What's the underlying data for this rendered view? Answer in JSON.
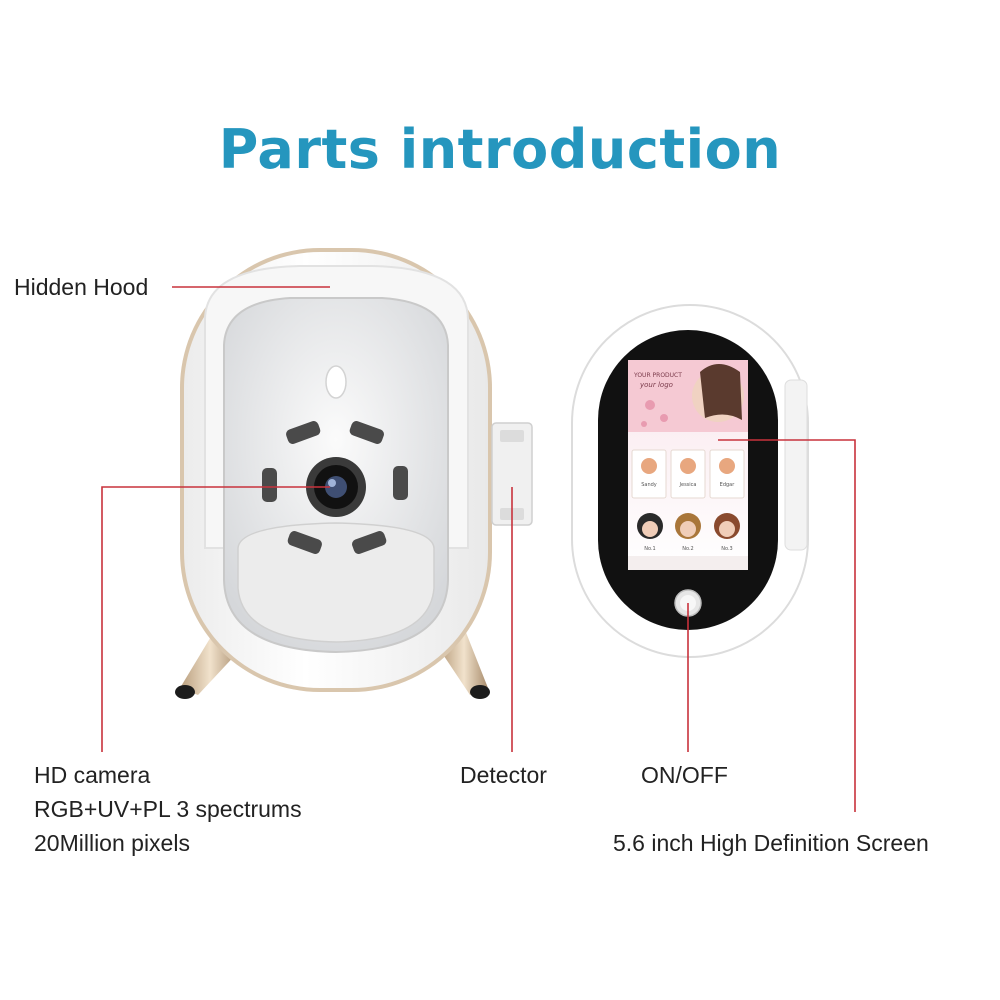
{
  "title": "Parts introduction",
  "labels": {
    "hidden_hood": "Hidden Hood",
    "camera": [
      "HD camera",
      "RGB+UV+PL 3 spectrums",
      "20Million pixels"
    ],
    "detector": "Detector",
    "on_off": "ON/OFF",
    "screen": "5.6 inch High Definition Screen"
  },
  "screen_ui": {
    "banner_line1": "YOUR PRODUCT",
    "banner_line2": "your logo",
    "profiles": [
      "Sandy",
      "Jessica",
      "Edgar"
    ],
    "tiles": [
      "No.1",
      "No.2",
      "No.3"
    ]
  },
  "colors": {
    "title": "#2596be",
    "leader_line": "#c8323c",
    "device_body": "#ffffff",
    "device_rim": "#d8c3a8",
    "screen_bezel": "#111111"
  }
}
